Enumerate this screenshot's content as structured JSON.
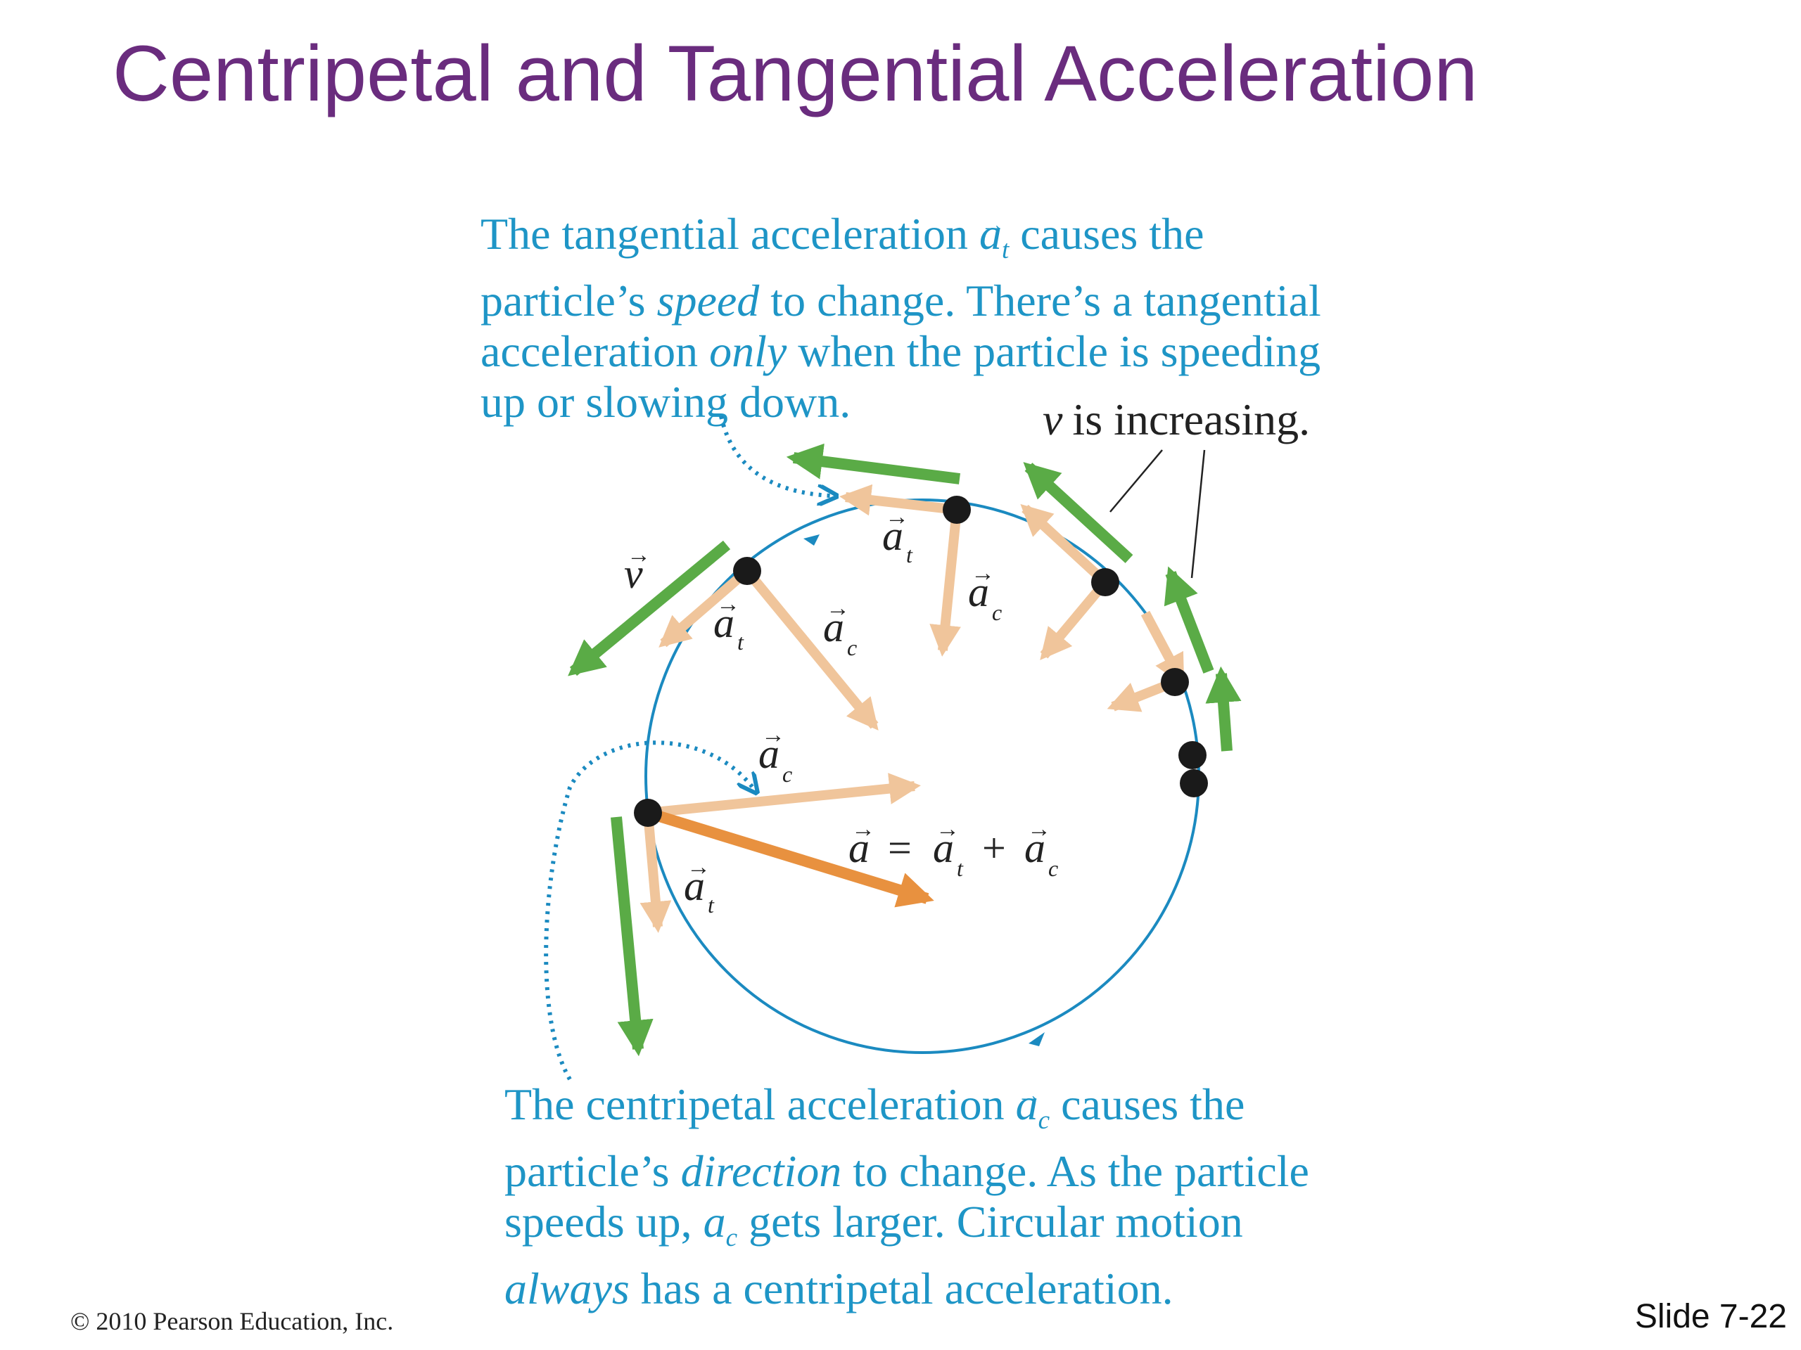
{
  "slide": {
    "title": "Centripetal and Tangential Acceleration",
    "number": "Slide 7-22",
    "copyright": "© 2010 Pearson Education, Inc."
  },
  "captions": {
    "tangential": {
      "l1_a": "The tangential acceleration ",
      "l1_vec": "a",
      "l1_sub": "t",
      "l1_b": " causes the",
      "l2_a": "particle’s ",
      "l2_em": "speed",
      "l2_b": " to change. There’s a tangential",
      "l3_a": "acceleration ",
      "l3_em": "only",
      "l3_b": " when the particle is speeding",
      "l4": "up or slowing down."
    },
    "centripetal": {
      "l1_a": "The centripetal acceleration ",
      "l1_vec": "a",
      "l1_sub": "c",
      "l1_b": " causes the",
      "l2_a": "particle’s ",
      "l2_em": "direction",
      "l2_b": " to change. As the particle",
      "l3_a": "speeds up, ",
      "l3_var": "a",
      "l3_sub": "c",
      "l3_b": " gets larger. Circular motion",
      "l4_em": "always",
      "l4_b": " has a centripetal acceleration."
    }
  },
  "labels": {
    "v_increasing": "is increasing.",
    "v_symbol": "v",
    "v_vec": "v",
    "a": "a",
    "t": "t",
    "c": "c",
    "equals": "=",
    "plus": "+"
  },
  "colors": {
    "title": "#6a2c7e",
    "caption": "#1e95c6",
    "circle": "#1b8ac0",
    "velocity": "#5aab46",
    "acc_component": "#f0c59b",
    "acc_total": "#e8913f",
    "particle": "#1a1a1a"
  },
  "icons": {
    "particle": "filled-circle",
    "arrow": "arrow-head"
  }
}
